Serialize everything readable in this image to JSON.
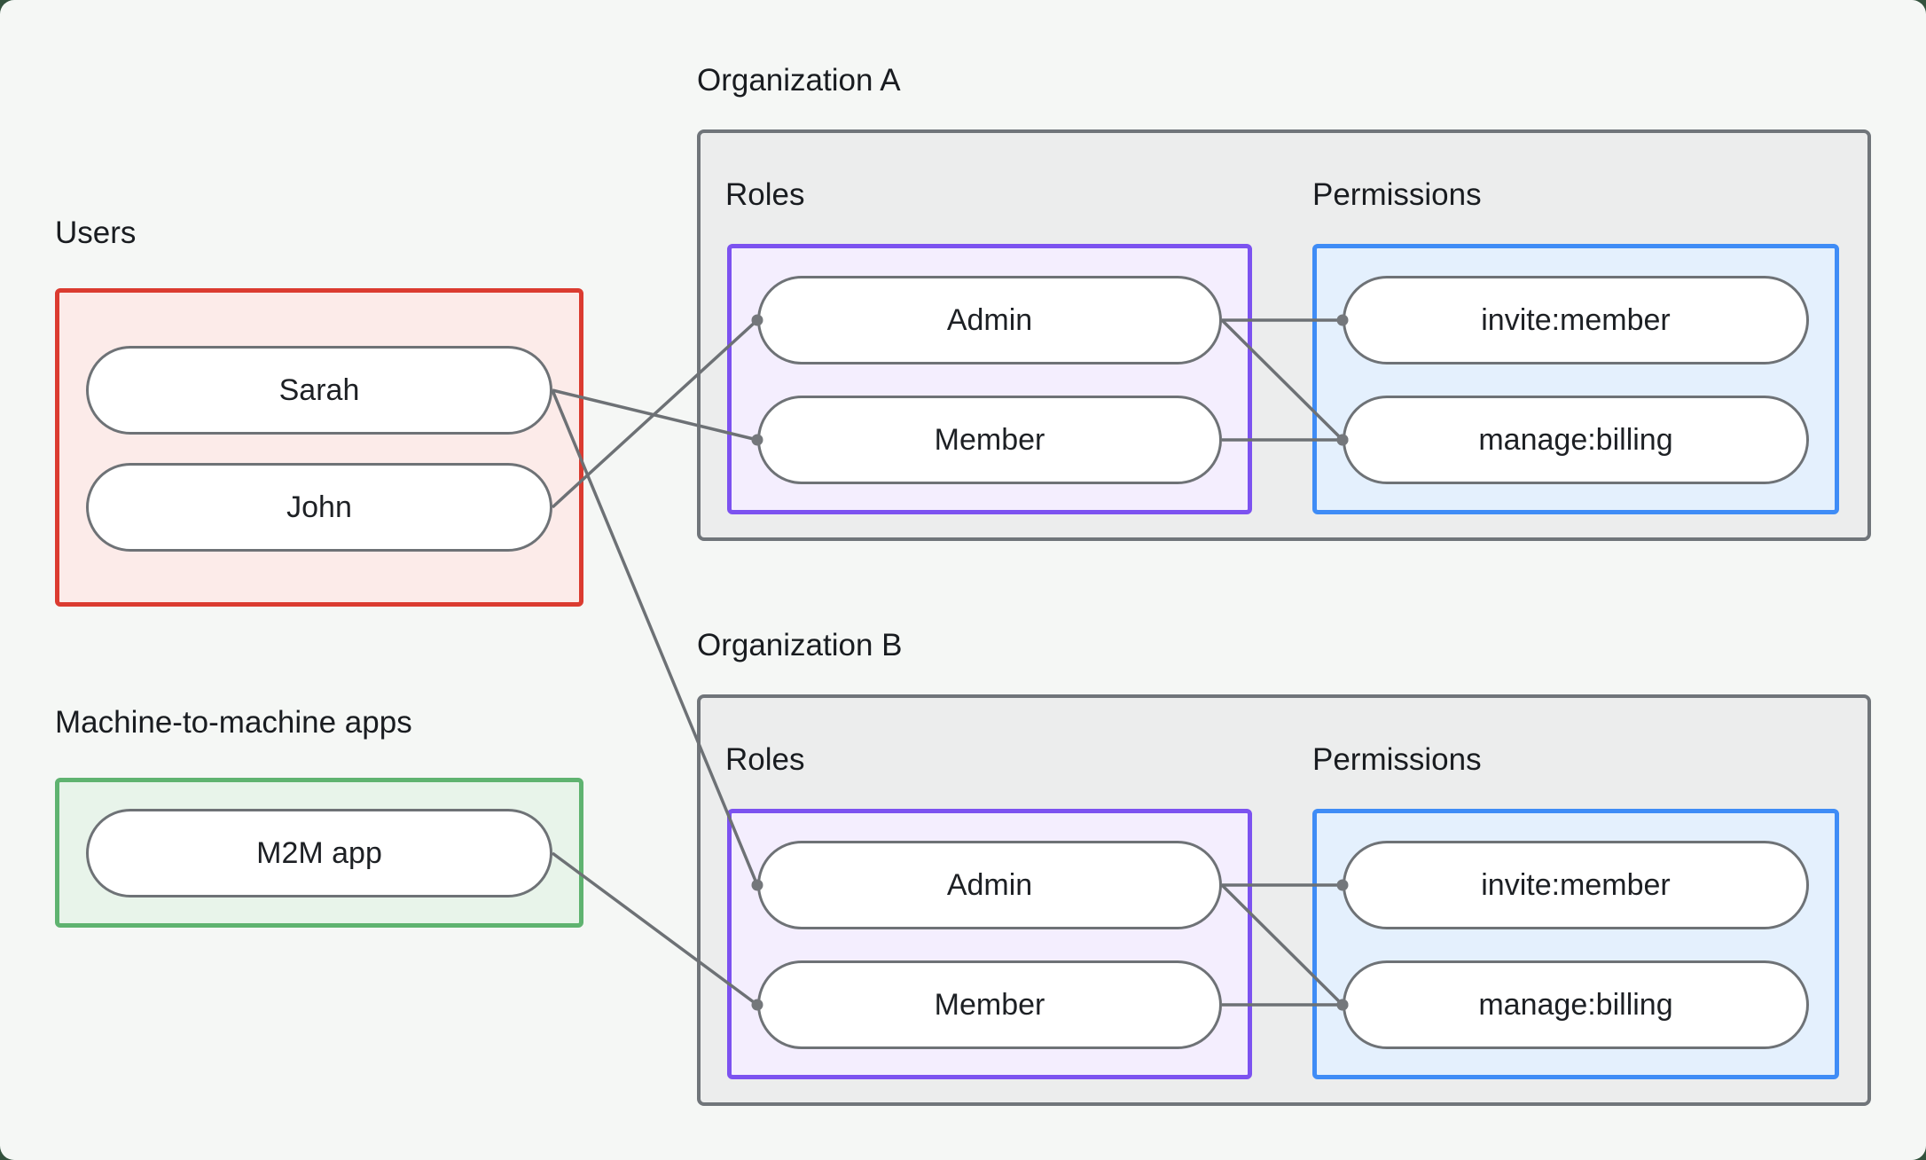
{
  "style": {
    "canvas_bg": "#f5f7f5",
    "frame_bg": "#33523d",
    "org_border": "#70757a",
    "org_bg": "#eceded",
    "users_border": "#db3b30",
    "users_bg": "#fcebe9",
    "m2m_border": "#5fb370",
    "m2m_bg": "#e8f4ea",
    "roles_border": "#7c52f0",
    "roles_bg": "#f4eefe",
    "perms_border": "#3f8cf6",
    "perms_bg": "#e4f0fd",
    "pill_border": "#6e7276",
    "line_color": "#6d7175",
    "dot_color": "#74777b",
    "text_color": "#191c20"
  },
  "users": {
    "label": "Users",
    "items": [
      {
        "id": "sarah",
        "label": "Sarah"
      },
      {
        "id": "john",
        "label": "John"
      }
    ]
  },
  "m2m": {
    "label": "Machine-to-machine apps",
    "items": [
      {
        "id": "m2m",
        "label": "M2M app"
      }
    ]
  },
  "orgs": [
    {
      "title": "Organization A",
      "roles": {
        "label": "Roles",
        "items": [
          {
            "id": "orgA-admin",
            "label": "Admin"
          },
          {
            "id": "orgA-member",
            "label": "Member"
          }
        ]
      },
      "permissions": {
        "label": "Permissions",
        "items": [
          {
            "id": "orgA-invite",
            "label": "invite:member"
          },
          {
            "id": "orgA-manage",
            "label": "manage:billing"
          }
        ]
      }
    },
    {
      "title": "Organization B",
      "roles": {
        "label": "Roles",
        "items": [
          {
            "id": "orgB-admin",
            "label": "Admin"
          },
          {
            "id": "orgB-member",
            "label": "Member"
          }
        ]
      },
      "permissions": {
        "label": "Permissions",
        "items": [
          {
            "id": "orgB-invite",
            "label": "invite:member"
          },
          {
            "id": "orgB-manage",
            "label": "manage:billing"
          }
        ]
      }
    }
  ],
  "edges": [
    {
      "from": "sarah",
      "to": "orgA-member"
    },
    {
      "from": "john",
      "to": "orgA-admin"
    },
    {
      "from": "sarah",
      "to": "orgB-admin"
    },
    {
      "from": "m2m",
      "to": "orgB-member"
    },
    {
      "from": "orgA-admin",
      "to": "orgA-invite"
    },
    {
      "from": "orgA-admin",
      "to": "orgA-manage"
    },
    {
      "from": "orgA-member",
      "to": "orgA-manage"
    },
    {
      "from": "orgB-admin",
      "to": "orgB-invite"
    },
    {
      "from": "orgB-admin",
      "to": "orgB-manage"
    },
    {
      "from": "orgB-member",
      "to": "orgB-manage"
    }
  ]
}
